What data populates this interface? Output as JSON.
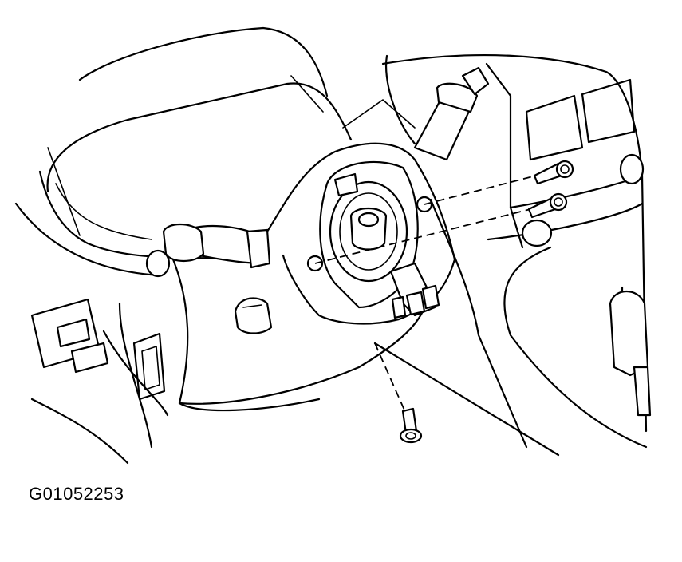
{
  "figure": {
    "code": "G01052253"
  },
  "parts": {
    "screws": [
      "screw-upper-right-1",
      "screw-upper-right-2",
      "screw-bottom"
    ],
    "lower_cover": "steering-column-lower-cover",
    "spiral_cable": "spiral-cable-clock-spring",
    "turn_signal_stalk": "turn-signal-switch-lever",
    "wiper_stalk": "wiper-switch-lever"
  },
  "colors": {
    "line": "#000000",
    "background": "#ffffff"
  }
}
